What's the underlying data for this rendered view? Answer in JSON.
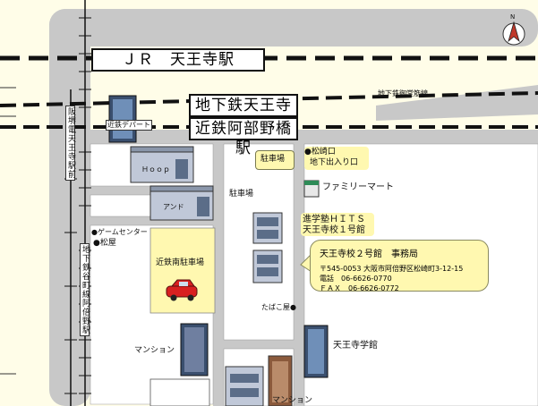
{
  "map": {
    "compass_label": "N",
    "stations": {
      "jr": "ＪＲ　天王寺駅",
      "subway": "地下鉄天王寺駅",
      "kintetsu": "近鉄阿部野橋駅"
    },
    "roads": {
      "underground_mall": "地下鉄御堂筋線",
      "left_vertical": "阪堺電天王寺駅前",
      "subway_tanimachi": "地下鉄谷町線阿倍野駅"
    },
    "buildings": {
      "kintetsu_dept": "近鉄デパート",
      "hoop": "Ｈｏｏｐ",
      "and": "アンド",
      "parking_1": "駐車場",
      "parking_2": "駐車場",
      "kintetsu_parking": "近鉄南駐車場",
      "matsuzaki_exit_line1": "●松崎口",
      "matsuzaki_exit_line2": "地下出入り口",
      "family_mart": "ファミリーマート",
      "game_center": "●ゲームセンター",
      "matsuya": "●松屋",
      "mansion_1": "マンション",
      "mansion_2": "マンション",
      "tobacco": "たばこ屋●",
      "tennoji_gakkan": "天王寺学館"
    },
    "hits": {
      "line1": "進学塾ＨＩＴＳ",
      "line2": "天王寺校１号館"
    },
    "info": {
      "title": "天王寺校２号館　事務局",
      "address": "〒545-0053 大阪市阿倍野区松崎町3-12-15",
      "phone": "電話　06-6626-0770",
      "fax": "ＦＡＸ　06-6626-0772"
    }
  }
}
